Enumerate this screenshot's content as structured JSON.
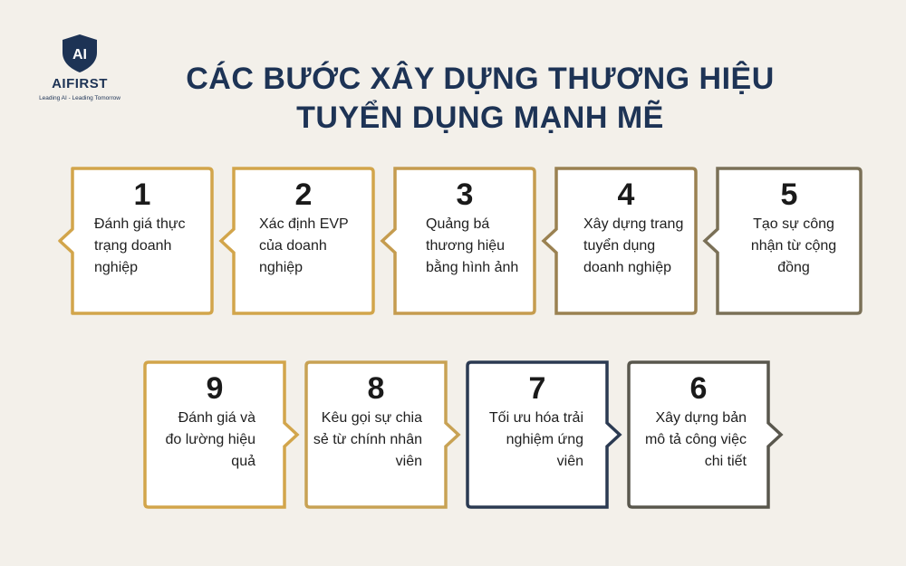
{
  "brand": {
    "name": "AIFIRST",
    "logo_text": "AI",
    "tagline": "Leading AI - Leading Tomorrow",
    "color": "#1d3355"
  },
  "title": {
    "line1": "CÁC BƯỚC XÂY DỰNG THƯƠNG HIỆU",
    "line2": "TUYỂN DỤNG MẠNH MẼ"
  },
  "steps": [
    {
      "number": "1",
      "text": "Đánh giá thực trạng doanh nghiệp",
      "color": "#d2a54b"
    },
    {
      "number": "2",
      "text": "Xác định EVP của doanh nghiệp",
      "color": "#d2a54b"
    },
    {
      "number": "3",
      "text": "Quảng bá thương hiệu bằng hình ảnh",
      "color": "#c59c4f"
    },
    {
      "number": "4",
      "text": "Xây dựng trang tuyển dụng doanh nghiệp",
      "color": "#9a8151"
    },
    {
      "number": "5",
      "text": "Tạo sự công nhận từ cộng đồng",
      "color": "#7a7057"
    },
    {
      "number": "6",
      "text": "Xây dựng bản mô tả công việc chi tiết",
      "color": "#59574d"
    },
    {
      "number": "7",
      "text": "Tối ưu hóa trải nghiệm ứng viên",
      "color": "#2b3a52"
    },
    {
      "number": "8",
      "text": "Kêu gọi sự chia sẻ từ chính nhân viên",
      "color": "#c8a254"
    },
    {
      "number": "9",
      "text": "Đánh giá và đo lường hiệu quả",
      "color": "#d2a54b"
    }
  ]
}
